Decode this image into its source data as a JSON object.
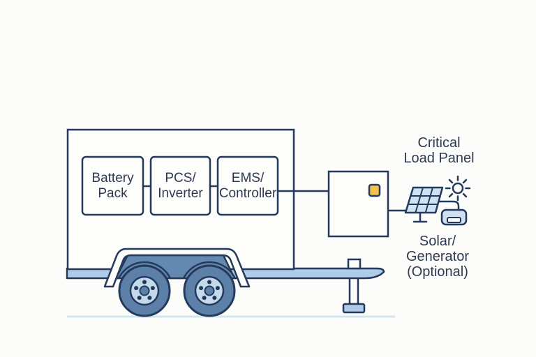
{
  "diagram": {
    "type": "mobile-trailer-battery-energy-storage-system",
    "trailer_unit": {
      "modules": [
        {
          "name": "battery-pack",
          "lines": [
            "Battery",
            "Pack"
          ]
        },
        {
          "name": "pcs-inverter",
          "lines": [
            "PCS/",
            "Inverter"
          ]
        },
        {
          "name": "ems-controller",
          "lines": [
            "EMS/",
            "Controller"
          ]
        }
      ]
    },
    "load_panel": {
      "label_lines": [
        "Critical",
        "Load Panel"
      ],
      "indicator_color": "#F2C14E"
    },
    "aux_input": {
      "label_lines": [
        "Solar/",
        "Generator",
        "(Optional)"
      ],
      "icons": [
        "solar-panel-icon",
        "sun-icon",
        "generator-icon"
      ]
    },
    "icons": [
      "trailer-icon",
      "wheel-icon",
      "fender-icon",
      "jack-stand-icon",
      "hitch-tongue-icon"
    ]
  },
  "colors": {
    "outline": "#24395B",
    "text": "#2E3A52",
    "light_blue": "#AECBE8",
    "cell_blue": "#CFE2F2",
    "tire_blue": "#5C80A8",
    "well_blue": "#6489B1",
    "hub_blue": "#C4D9EC",
    "indicator_orange": "#F2C14E",
    "ground_line": "#CFE7EE",
    "background": "#FCFCFA"
  }
}
